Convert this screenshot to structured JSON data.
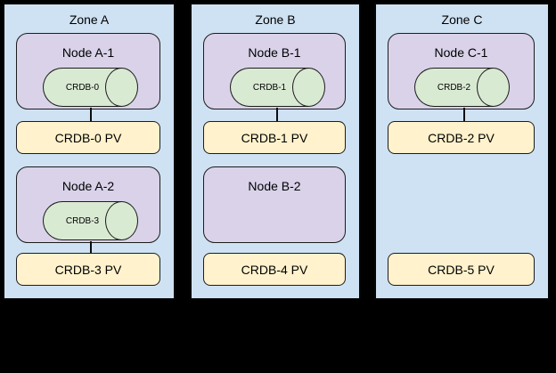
{
  "diagram": {
    "colors": {
      "background": "#000000",
      "zone_fill": "#cfe2f3",
      "node_fill": "#d9d2e9",
      "pod_fill": "#d9ead3",
      "pv_fill": "#fff2cc",
      "border": "#1c1c1c"
    },
    "zones": [
      {
        "label": "Zone A",
        "nodes": [
          {
            "label": "Node A-1",
            "pod": "CRDB-0",
            "connected_to_pv": true
          },
          {
            "label": "Node A-2",
            "pod": "CRDB-3",
            "connected_to_pv": true
          }
        ],
        "pvs": [
          "CRDB-0 PV",
          "CRDB-3 PV"
        ]
      },
      {
        "label": "Zone B",
        "nodes": [
          {
            "label": "Node B-1",
            "pod": "CRDB-1",
            "connected_to_pv": true
          },
          {
            "label": "Node B-2",
            "pod": null,
            "connected_to_pv": false
          }
        ],
        "pvs": [
          "CRDB-1 PV",
          "CRDB-4 PV"
        ]
      },
      {
        "label": "Zone C",
        "nodes": [
          {
            "label": "Node C-1",
            "pod": "CRDB-2",
            "connected_to_pv": true
          }
        ],
        "pvs": [
          "CRDB-2 PV",
          "CRDB-5 PV"
        ]
      }
    ]
  }
}
